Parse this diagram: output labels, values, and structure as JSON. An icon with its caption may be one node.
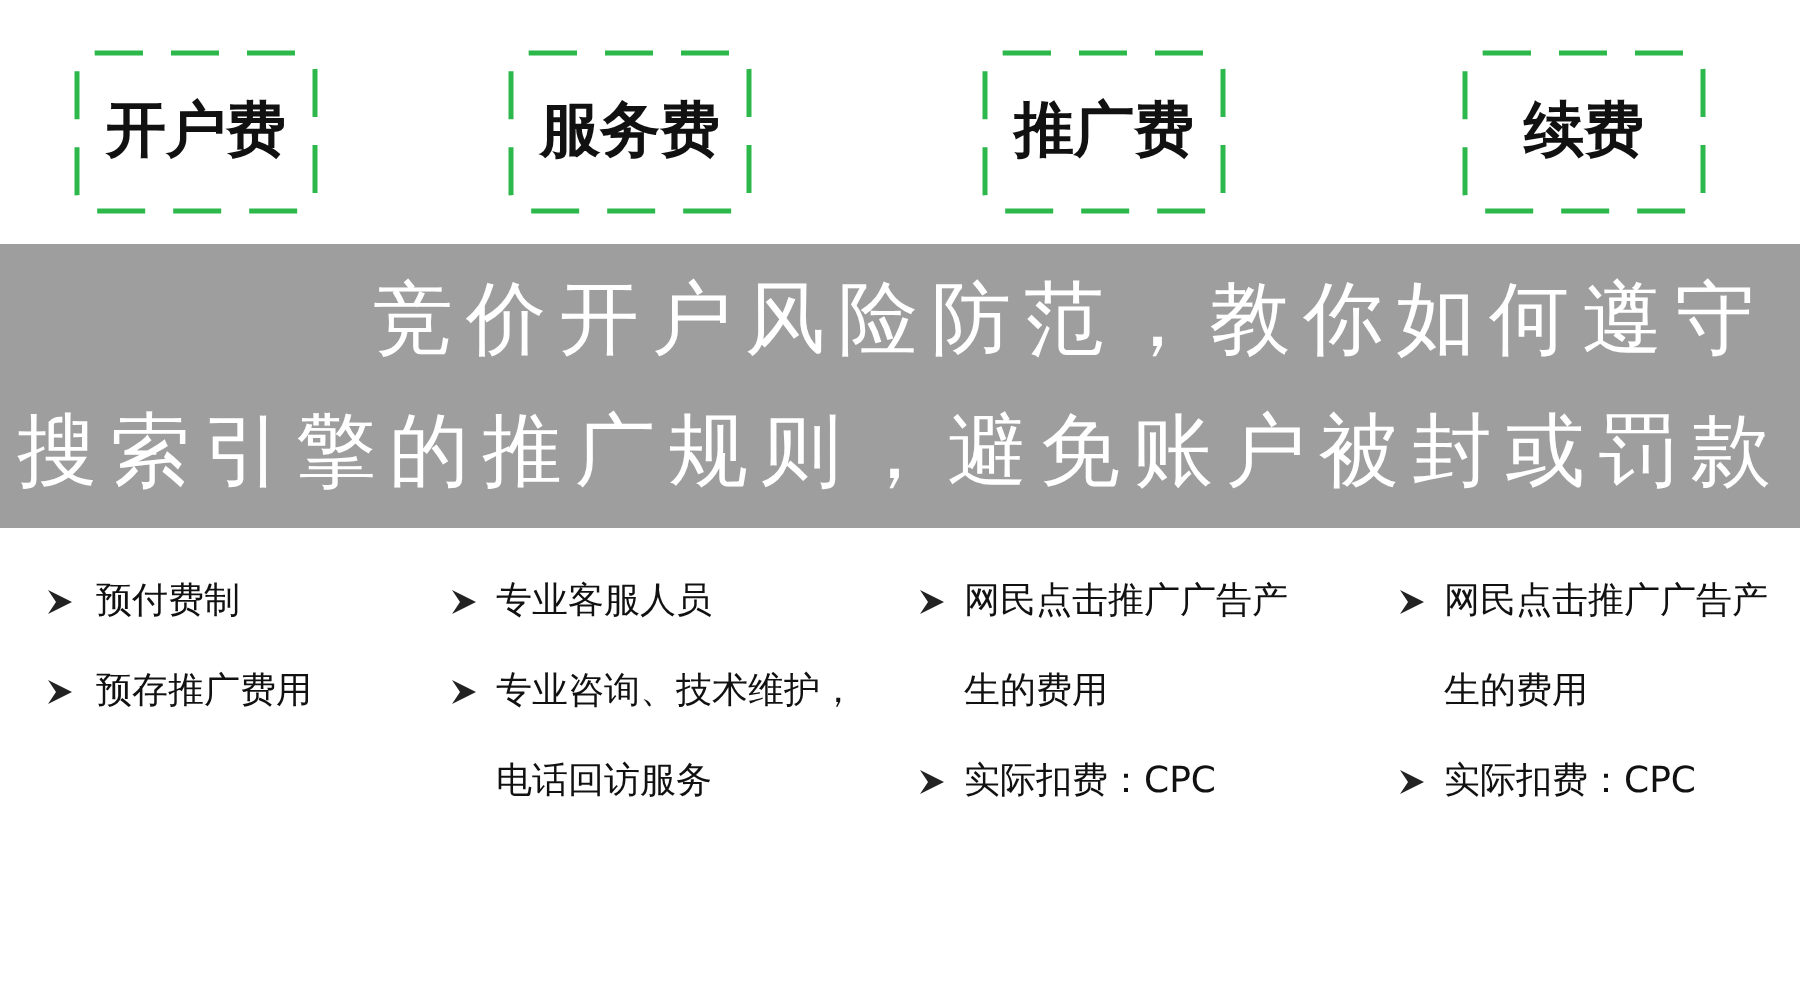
{
  "diagram": {
    "title": "竞价开户风险防范，教你如何遵守搜索引擎的推广规则，避免账户被封或罚款",
    "nodes": [
      {
        "text": [
          "开户费"
        ]
      },
      {
        "text": [
          "服务费"
        ]
      },
      {
        "text": [
          "推广费"
        ]
      },
      {
        "text": [
          "续费"
        ]
      }
    ],
    "labels": [
      "预付费制",
      "专业客服人员",
      "网民点击推广广告产生的费用",
      "网民点击推广广告产生的费用",
      "预存推广费用",
      "专业咨询、技术维护，电话回访服务",
      "实际扣费：CPC",
      "实际扣费：CPC"
    ]
  }
}
